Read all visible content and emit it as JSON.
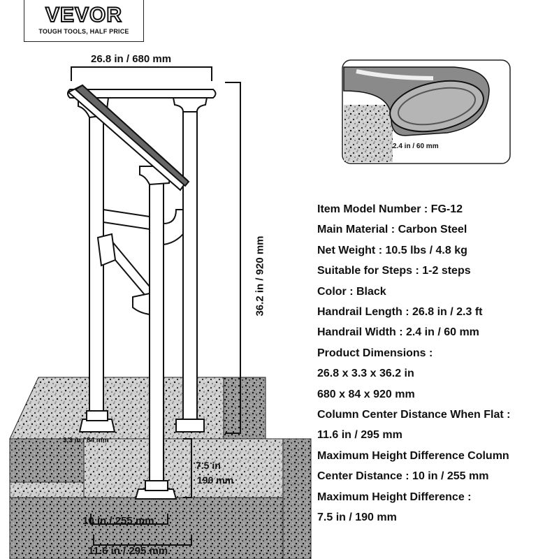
{
  "logo": {
    "brand": "VEVOR",
    "tagline": "TOUGH TOOLS, HALF PRICE"
  },
  "dimensions": {
    "top_width": "26.8 in / 680 mm",
    "height": "36.2 in / 920 mm",
    "handrail_width": "2.4 in / 60 mm",
    "base_depth": "3.3 in / 84 mm",
    "step_height_in": "7.5 in",
    "step_height_mm": "190 mm",
    "column_center_angled": "10 in / 255 mm",
    "column_center_flat": "11.6 in / 295 mm"
  },
  "specs": [
    "Item Model Number :  FG-12",
    "Main Material :  Carbon Steel",
    "Net Weight :  10.5 lbs / 4.8 kg",
    "Suitable for Steps :  1-2 steps",
    "Color :  Black",
    "Handrail Length :  26.8 in / 2.3 ft",
    "Handrail Width :  2.4 in / 60 mm",
    "Product Dimensions :",
    "26.8 x 3.3 x 36.2 in",
    "680 x 84 x 920 mm",
    "Column Center Distance When Flat :",
    "11.6 in / 295 mm",
    "Maximum Height Difference Column",
    "Center Distance :  10 in / 255 mm",
    "Maximum Height Difference :",
    "7.5 in / 190 mm"
  ]
}
